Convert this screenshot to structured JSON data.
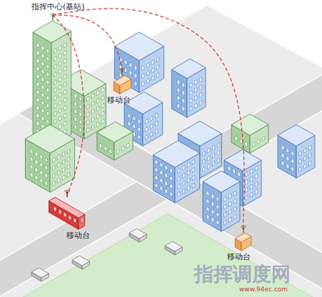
{
  "diagram": {
    "nodes": [
      {
        "text": [
          "指挥中心(基站)"
        ]
      },
      {
        "text": [
          "移动台"
        ]
      },
      {
        "text": [
          "移动台"
        ]
      },
      {
        "text": [
          "移动台"
        ]
      }
    ],
    "edges": [
      {
        "from": 0,
        "to": 1,
        "arrow": "none"
      },
      {
        "from": 0,
        "to": 2,
        "arrow": "none"
      },
      {
        "from": 0,
        "to": 3,
        "arrow": "none"
      }
    ],
    "labels": [
      "指挥调度网",
      "www.94ec.com"
    ]
  }
}
